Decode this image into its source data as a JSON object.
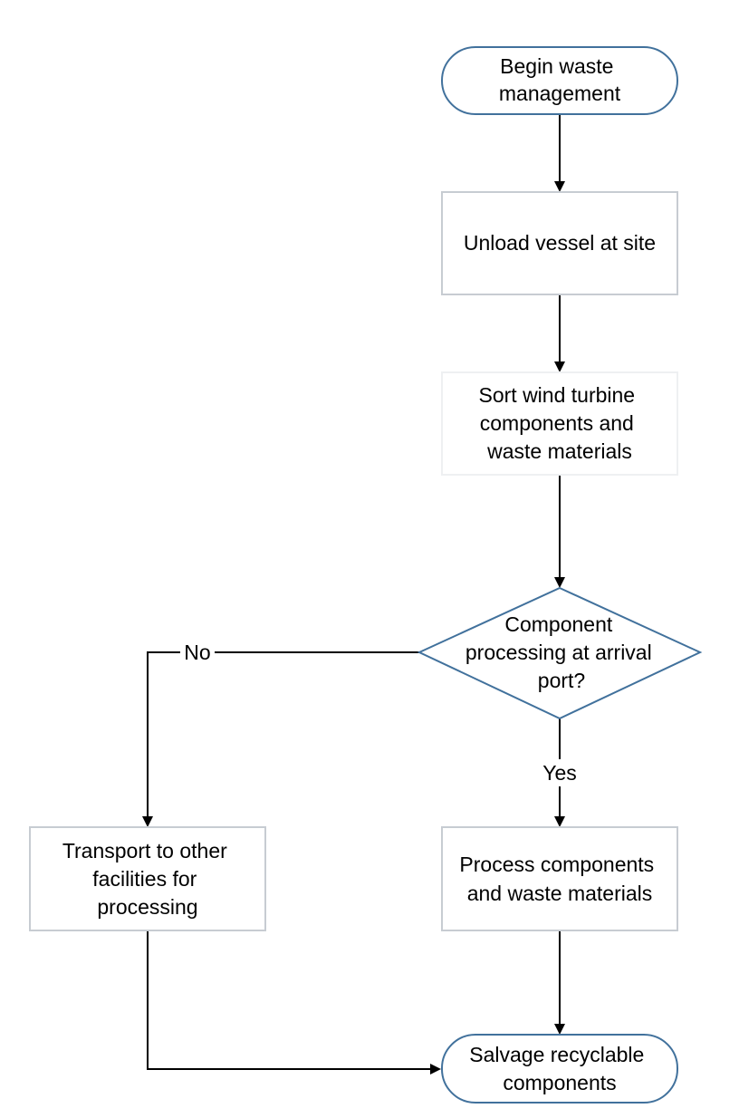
{
  "diagram": {
    "nodes": {
      "begin": {
        "lines": [
          "Begin waste",
          "management"
        ]
      },
      "unload": {
        "lines": [
          "Unload vessel at site"
        ]
      },
      "sort": {
        "lines": [
          "Sort wind turbine",
          "components and",
          "waste materials"
        ]
      },
      "decision": {
        "lines": [
          "Component",
          "processing at arrival",
          "port?"
        ]
      },
      "transport": {
        "lines": [
          "Transport to other",
          "facilities for",
          "processing"
        ]
      },
      "process": {
        "lines": [
          "Process components",
          "and waste materials"
        ]
      },
      "salvage": {
        "lines": [
          "Salvage recyclable",
          "components"
        ]
      }
    },
    "edges": {
      "no_label": "No",
      "yes_label": "Yes"
    },
    "colors": {
      "terminator_stroke": "#41719c",
      "process_stroke": "#c7ccd2",
      "arrow": "#000000"
    }
  }
}
